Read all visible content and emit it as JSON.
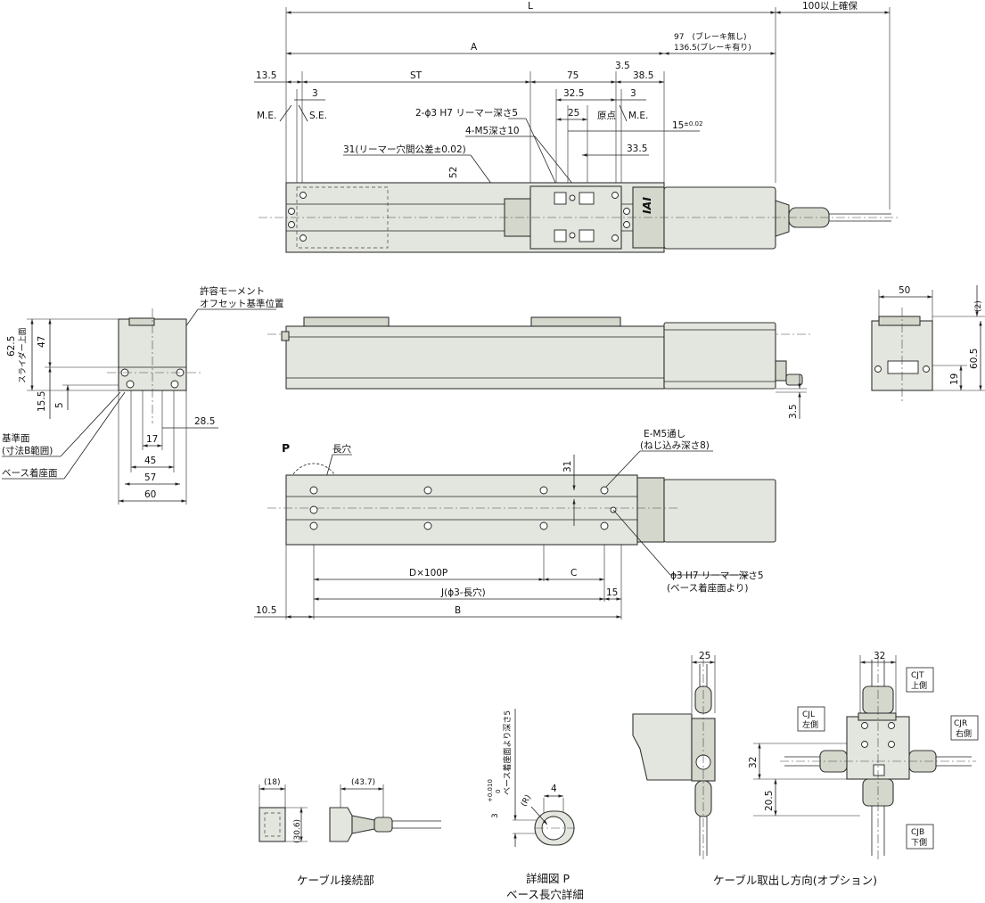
{
  "top_view": {
    "L": "L",
    "A": "A",
    "d100": "100以上確保",
    "d97": "97　(ブレーキ無し)",
    "d136": "136.5(ブレーキ有り)",
    "d13_5": "13.5",
    "ST": "ST",
    "d75": "75",
    "d3_5": "3.5",
    "d38_5": "38.5",
    "d3a": "3",
    "d32_5": "32.5",
    "d3b": "3",
    "ME1": "M.E.",
    "SE": "S.E.",
    "reamer2": "2-ϕ3 H7 リーマー深さ5",
    "d25": "25",
    "genten": "原点",
    "ME2": "M.E.",
    "m5_4": "4-M5深さ10",
    "d15": "15",
    "d15tol": "±0.02",
    "reamer_pitch": "31(リーマー穴間公差±0.02)",
    "d33_5": "33.5",
    "d52": "52",
    "logo": "IAI"
  },
  "side_view": {
    "moment1": "許容モーメント",
    "moment2": "オフセット基準位置",
    "d62_5": "62.5",
    "slider_top": "スライダー上面",
    "d47": "47",
    "d15_5": "15.5",
    "d5": "5",
    "d28_5": "28.5",
    "ref1": "基準面",
    "ref2": "(寸法B範囲)",
    "base_face": "ベース着座面",
    "d17": "17",
    "d45": "45",
    "d57": "57",
    "d60": "60",
    "d3_5b": "3.5",
    "d50": "50",
    "d2": "(2)",
    "d60_5": "60.5",
    "d19": "19"
  },
  "bottom_view": {
    "P": "P",
    "slot": "長穴",
    "em5_1": "E-M5通し",
    "em5_2": "(ねじ込み深さ8)",
    "d31": "31",
    "D100P": "D×100P",
    "C": "C",
    "J": "J(ϕ3-長穴)",
    "d15": "15",
    "d10_5": "10.5",
    "B": "B",
    "ream_1": "ϕ3 H7 リーマー深さ5",
    "ream_2": "(ベース着座面より)"
  },
  "cable_section": {
    "d18": "(18)",
    "d30_6": "(30.6)",
    "d43_7": "(43.7)",
    "caption": "ケーブル接続部"
  },
  "detail_p": {
    "depth": "3",
    "tol_up": "+0.010",
    "tol_lo": "0",
    "depth_note": "ベース着座面より深さ5",
    "R": "(R)",
    "d4": "4",
    "caption1": "詳細図 P",
    "caption2": "ベース長穴詳細"
  },
  "cable_direction": {
    "d25": "25",
    "d32": "32",
    "d32b": "32",
    "d20_5": "20.5",
    "cjt1": "CJT",
    "cjt2": "上側",
    "cjl1": "CJL",
    "cjl2": "左側",
    "cjr1": "CJR",
    "cjr2": "右側",
    "cjb1": "CJB",
    "cjb2": "下側",
    "caption": "ケーブル取出し方向(オプション)"
  }
}
